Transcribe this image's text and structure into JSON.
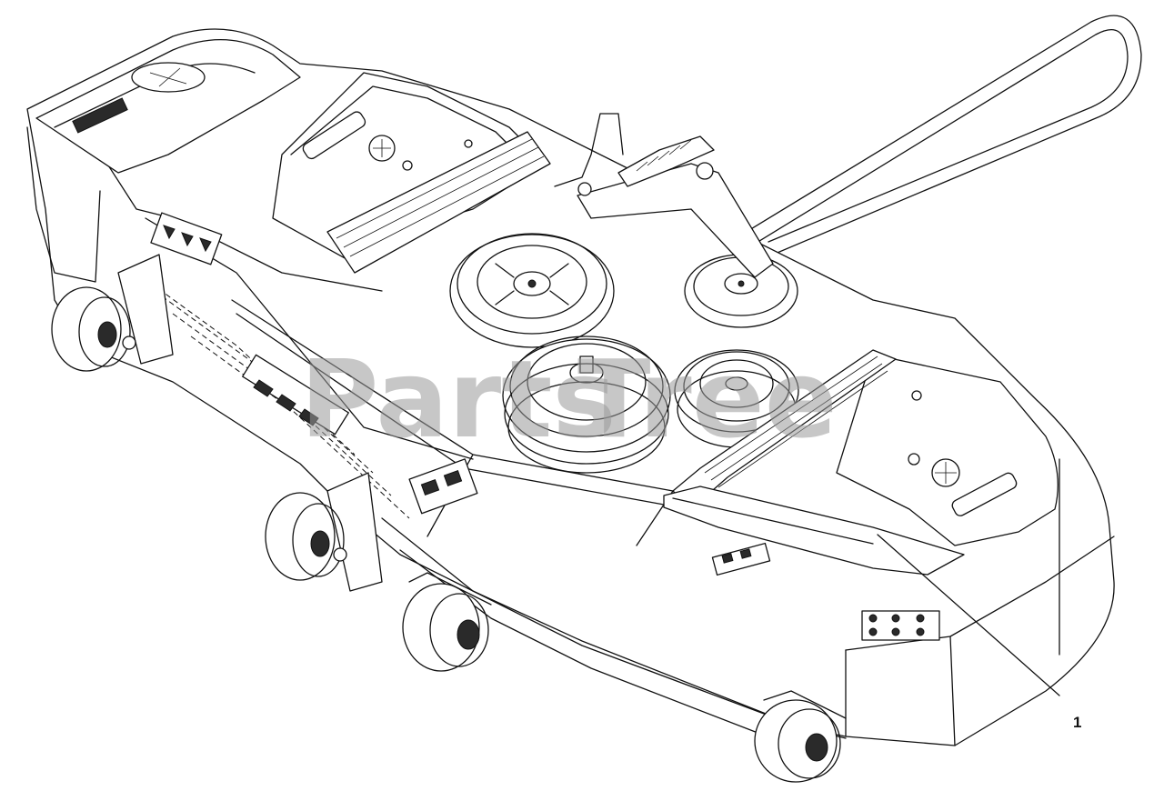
{
  "watermark": {
    "text_main": "Parts",
    "text_tail": "Tree",
    "color": "#9a9a9a"
  },
  "callouts": [
    {
      "label": "1",
      "part": "deck-belt-cover"
    }
  ],
  "colors": {
    "line": "#111111",
    "background": "#ffffff"
  }
}
